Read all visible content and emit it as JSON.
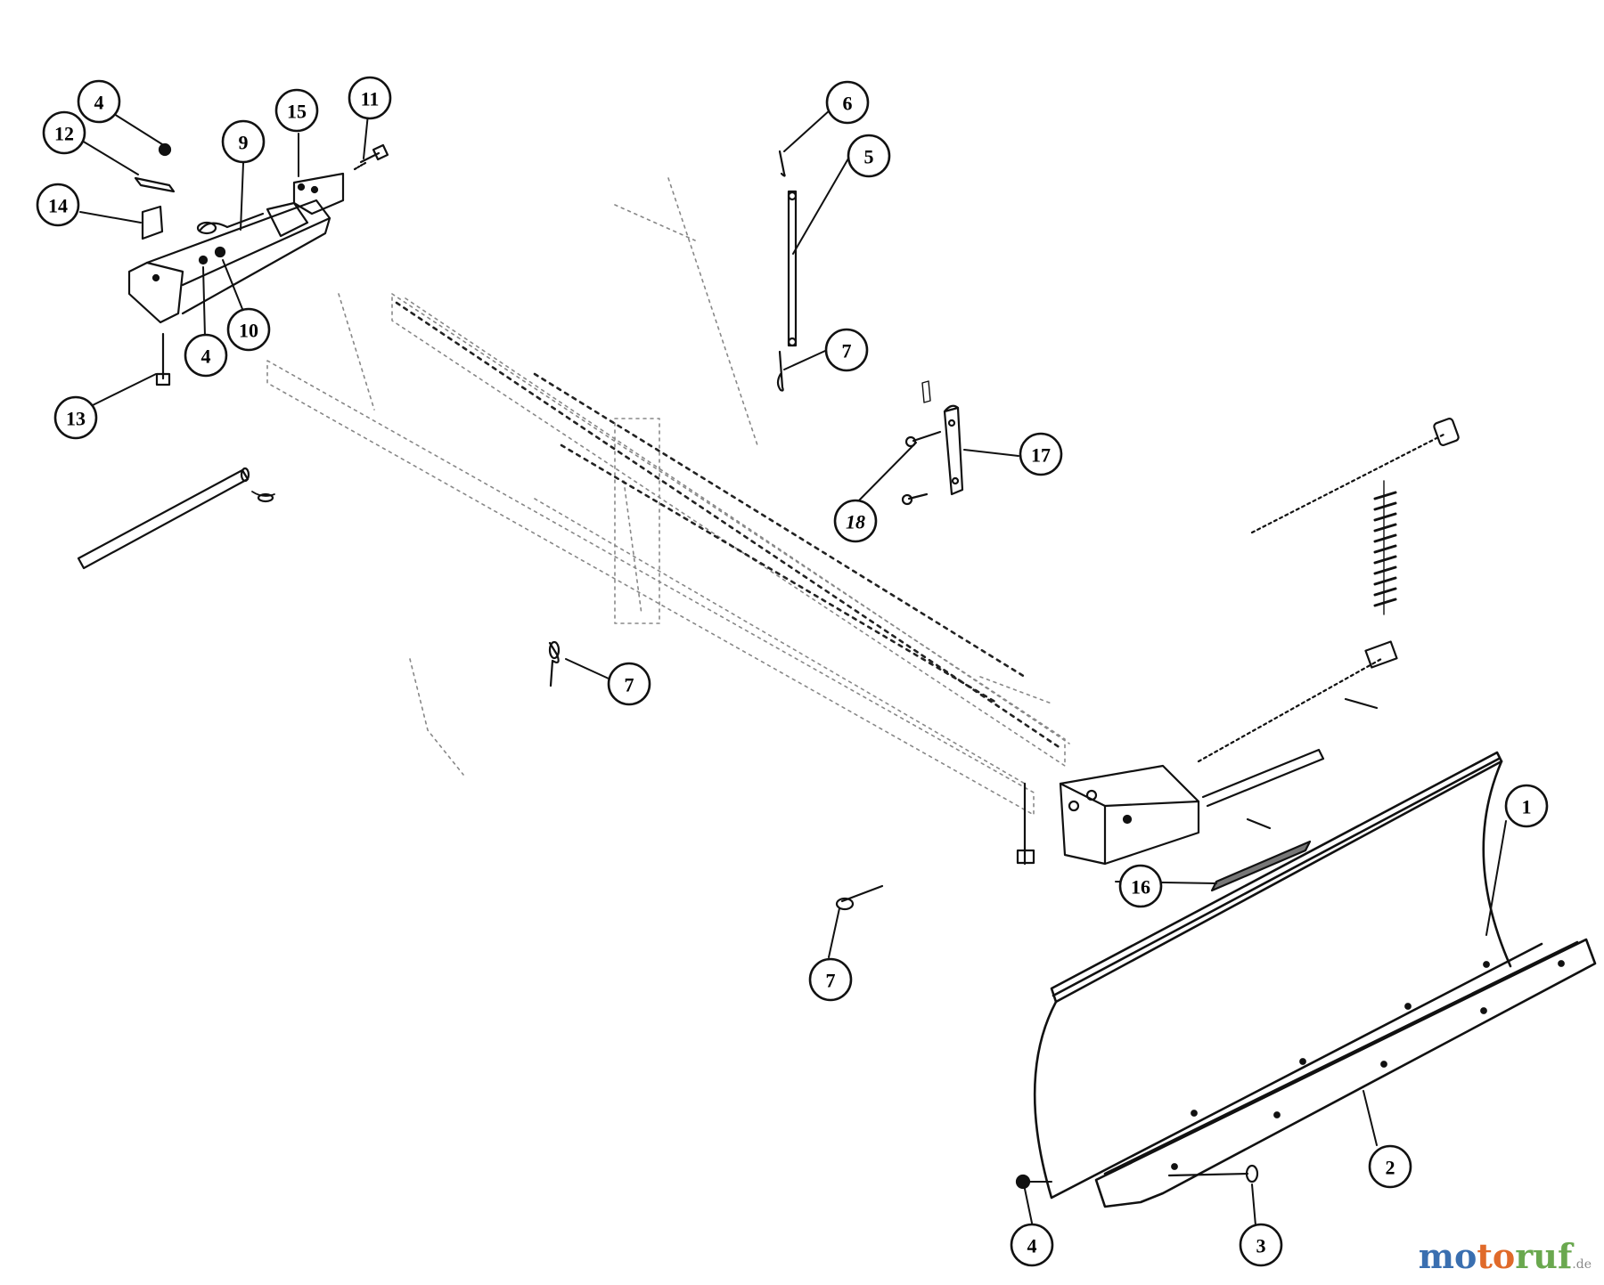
{
  "diagram": {
    "callouts": [
      {
        "id": "c1",
        "label": "1"
      },
      {
        "id": "c2",
        "label": "2"
      },
      {
        "id": "c3",
        "label": "3"
      },
      {
        "id": "c4a",
        "label": "4"
      },
      {
        "id": "c4b",
        "label": "4"
      },
      {
        "id": "c4c",
        "label": "4"
      },
      {
        "id": "c5",
        "label": "5"
      },
      {
        "id": "c6",
        "label": "6"
      },
      {
        "id": "c7a",
        "label": "7"
      },
      {
        "id": "c7b",
        "label": "7"
      },
      {
        "id": "c7c",
        "label": "7"
      },
      {
        "id": "c9",
        "label": "9"
      },
      {
        "id": "c10",
        "label": "10"
      },
      {
        "id": "c11",
        "label": "11"
      },
      {
        "id": "c12",
        "label": "12"
      },
      {
        "id": "c13",
        "label": "13"
      },
      {
        "id": "c14",
        "label": "14"
      },
      {
        "id": "c15",
        "label": "15"
      },
      {
        "id": "c16",
        "label": "16"
      },
      {
        "id": "c17",
        "label": "17"
      },
      {
        "id": "c18",
        "label": "18"
      }
    ]
  },
  "watermark": {
    "part1": "motoruf",
    "part2": ".de",
    "colors": {
      "blue": "#3a6fb0",
      "orange": "#e06a2a",
      "green": "#6aa84f"
    }
  }
}
